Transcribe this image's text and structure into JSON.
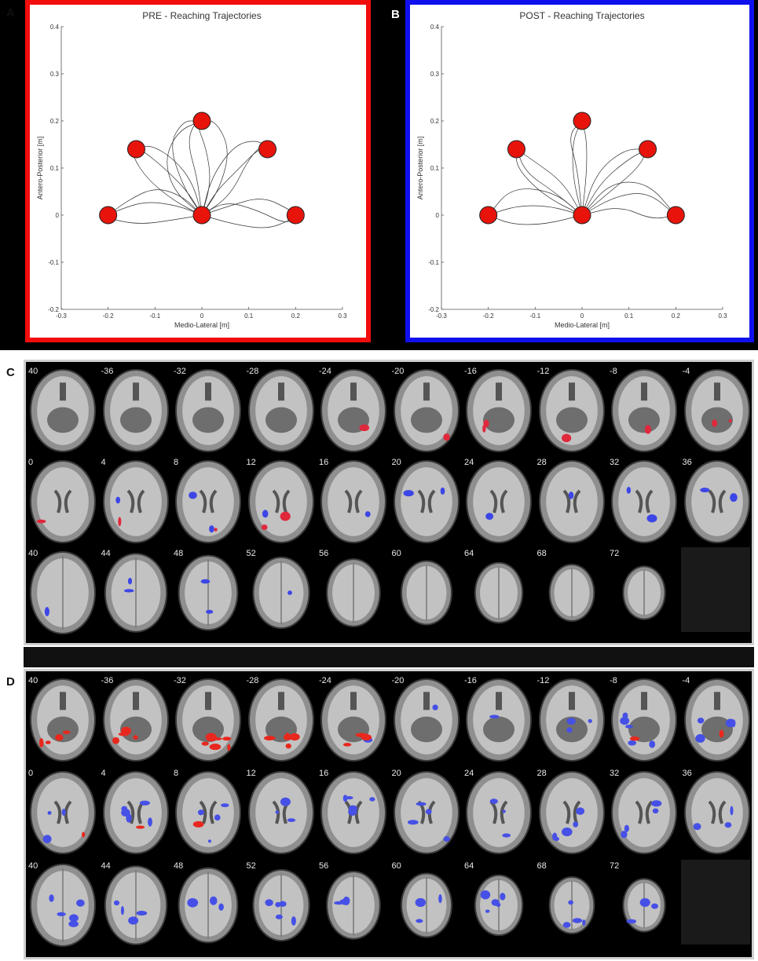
{
  "panels": {
    "a": {
      "label": "A"
    },
    "b": {
      "label": "B"
    },
    "c": {
      "label": "C"
    },
    "d": {
      "label": "D"
    }
  },
  "chart_data": [
    {
      "type": "scatter",
      "title": "PRE - Reaching Trajectories",
      "xlabel": "Medio-Lateral [m]",
      "ylabel": "Antero-Posterior [m]",
      "xlim": [
        -0.3,
        0.3
      ],
      "ylim": [
        -0.2,
        0.4
      ],
      "xticks": [
        "-0.3",
        "-0.2",
        "-0.1",
        "0",
        "0.1",
        "0.2",
        "0.3"
      ],
      "yticks": [
        "-0.2",
        "-0.1",
        "0",
        "0.1",
        "0.2",
        "0.3",
        "0.4"
      ],
      "frame_color": "#f20d0d",
      "targets": [
        {
          "x": -0.2,
          "y": 0.0
        },
        {
          "x": -0.14,
          "y": 0.14
        },
        {
          "x": 0.0,
          "y": 0.2
        },
        {
          "x": 0.14,
          "y": 0.14
        },
        {
          "x": 0.2,
          "y": 0.0
        },
        {
          "x": 0.0,
          "y": 0.0
        }
      ],
      "trajectories": [
        [
          [
            0,
            0
          ],
          [
            -0.05,
            0.02
          ],
          [
            -0.12,
            0.03
          ],
          [
            -0.18,
            0.01
          ],
          [
            -0.2,
            0
          ]
        ],
        [
          [
            0,
            0
          ],
          [
            -0.06,
            -0.01
          ],
          [
            -0.13,
            -0.02
          ],
          [
            -0.19,
            -0.01
          ],
          [
            -0.2,
            0
          ]
        ],
        [
          [
            0,
            0
          ],
          [
            -0.04,
            0.04
          ],
          [
            -0.1,
            0.06
          ],
          [
            -0.16,
            0.03
          ],
          [
            -0.2,
            0
          ]
        ],
        [
          [
            0,
            0
          ],
          [
            -0.03,
            0.05
          ],
          [
            -0.08,
            0.1
          ],
          [
            -0.13,
            0.14
          ],
          [
            -0.14,
            0.14
          ]
        ],
        [
          [
            0,
            0
          ],
          [
            -0.06,
            0.03
          ],
          [
            -0.12,
            0.08
          ],
          [
            -0.15,
            0.13
          ],
          [
            -0.14,
            0.14
          ]
        ],
        [
          [
            0,
            0
          ],
          [
            -0.02,
            0.07
          ],
          [
            -0.06,
            0.12
          ],
          [
            -0.11,
            0.15
          ],
          [
            -0.14,
            0.14
          ]
        ],
        [
          [
            0,
            0
          ],
          [
            -0.04,
            0.06
          ],
          [
            -0.07,
            0.15
          ],
          [
            -0.04,
            0.2
          ],
          [
            -0.01,
            0.2
          ]
        ],
        [
          [
            0,
            0
          ],
          [
            -0.01,
            0.08
          ],
          [
            -0.03,
            0.15
          ],
          [
            -0.02,
            0.19
          ],
          [
            0,
            0.2
          ]
        ],
        [
          [
            0,
            0
          ],
          [
            0.02,
            0.07
          ],
          [
            0.01,
            0.14
          ],
          [
            -0.01,
            0.19
          ],
          [
            0,
            0.2
          ]
        ],
        [
          [
            0,
            0
          ],
          [
            -0.06,
            0.05
          ],
          [
            -0.08,
            0.12
          ],
          [
            -0.05,
            0.18
          ],
          [
            0,
            0.2
          ]
        ],
        [
          [
            0,
            0
          ],
          [
            0.04,
            0.06
          ],
          [
            0.06,
            0.14
          ],
          [
            0.03,
            0.2
          ],
          [
            0,
            0.2
          ]
        ],
        [
          [
            0,
            0
          ],
          [
            0.03,
            0.05
          ],
          [
            0.08,
            0.1
          ],
          [
            0.12,
            0.14
          ],
          [
            0.14,
            0.14
          ]
        ],
        [
          [
            0,
            0
          ],
          [
            0.06,
            0.04
          ],
          [
            0.1,
            0.12
          ],
          [
            0.13,
            0.15
          ],
          [
            0.14,
            0.14
          ]
        ],
        [
          [
            0,
            0
          ],
          [
            0.02,
            0.08
          ],
          [
            0.07,
            0.15
          ],
          [
            0.12,
            0.16
          ],
          [
            0.14,
            0.14
          ]
        ],
        [
          [
            0,
            0
          ],
          [
            0.06,
            0.02
          ],
          [
            0.13,
            0.04
          ],
          [
            0.19,
            0.01
          ],
          [
            0.2,
            0
          ]
        ],
        [
          [
            0,
            0
          ],
          [
            0.07,
            -0.02
          ],
          [
            0.14,
            -0.03
          ],
          [
            0.19,
            -0.01
          ],
          [
            0.2,
            0
          ]
        ],
        [
          [
            0,
            0
          ],
          [
            0.05,
            0.03
          ],
          [
            0.12,
            0.01
          ],
          [
            0.18,
            -0.02
          ],
          [
            0.2,
            0
          ]
        ]
      ]
    },
    {
      "type": "scatter",
      "title": "POST - Reaching Trajectories",
      "xlabel": "Medio-Lateral [m]",
      "ylabel": "Antero-Posterior [m]",
      "xlim": [
        -0.3,
        0.3
      ],
      "ylim": [
        -0.2,
        0.4
      ],
      "xticks": [
        "-0.3",
        "-0.2",
        "-0.1",
        "0",
        "0.1",
        "0.2",
        "0.3"
      ],
      "yticks": [
        "-0.2",
        "-0.1",
        "0",
        "0.1",
        "0.2",
        "0.3",
        "0.4"
      ],
      "frame_color": "#1010ee",
      "targets": [
        {
          "x": -0.2,
          "y": 0.0
        },
        {
          "x": -0.14,
          "y": 0.14
        },
        {
          "x": 0.0,
          "y": 0.2
        },
        {
          "x": 0.14,
          "y": 0.14
        },
        {
          "x": 0.2,
          "y": 0.0
        },
        {
          "x": 0.0,
          "y": 0.0
        }
      ],
      "trajectories": [
        [
          [
            0,
            0
          ],
          [
            -0.07,
            0.02
          ],
          [
            -0.14,
            0.02
          ],
          [
            -0.2,
            0
          ]
        ],
        [
          [
            0,
            0
          ],
          [
            -0.08,
            -0.02
          ],
          [
            -0.15,
            -0.02
          ],
          [
            -0.2,
            0
          ]
        ],
        [
          [
            0,
            0
          ],
          [
            -0.06,
            0.05
          ],
          [
            -0.15,
            0.06
          ],
          [
            -0.2,
            0
          ]
        ],
        [
          [
            0,
            0
          ],
          [
            -0.06,
            0.05
          ],
          [
            -0.12,
            0.09
          ],
          [
            -0.14,
            0.14
          ]
        ],
        [
          [
            0,
            0
          ],
          [
            -0.04,
            0.07
          ],
          [
            -0.11,
            0.12
          ],
          [
            -0.14,
            0.14
          ]
        ],
        [
          [
            0,
            0
          ],
          [
            -0.08,
            0.04
          ],
          [
            -0.14,
            0.1
          ],
          [
            -0.14,
            0.14
          ]
        ],
        [
          [
            0,
            0
          ],
          [
            -0.02,
            0.08
          ],
          [
            -0.02,
            0.16
          ],
          [
            0,
            0.2
          ]
        ],
        [
          [
            0,
            0
          ],
          [
            0.01,
            0.09
          ],
          [
            0.01,
            0.16
          ],
          [
            0,
            0.2
          ]
        ],
        [
          [
            0,
            0
          ],
          [
            -0.01,
            0.1
          ],
          [
            -0.03,
            0.17
          ],
          [
            0,
            0.2
          ]
        ],
        [
          [
            0,
            0
          ],
          [
            0.04,
            0.07
          ],
          [
            0.1,
            0.12
          ],
          [
            0.14,
            0.14
          ]
        ],
        [
          [
            0,
            0
          ],
          [
            0.06,
            0.05
          ],
          [
            0.12,
            0.1
          ],
          [
            0.14,
            0.14
          ]
        ],
        [
          [
            0,
            0
          ],
          [
            0.03,
            0.09
          ],
          [
            0.09,
            0.14
          ],
          [
            0.14,
            0.14
          ]
        ],
        [
          [
            0,
            0
          ],
          [
            0.07,
            0.04
          ],
          [
            0.14,
            0.05
          ],
          [
            0.2,
            0
          ]
        ],
        [
          [
            0,
            0
          ],
          [
            0.08,
            0.02
          ],
          [
            0.15,
            -0.01
          ],
          [
            0.2,
            0
          ]
        ],
        [
          [
            0,
            0
          ],
          [
            0.06,
            0.07
          ],
          [
            0.14,
            0.07
          ],
          [
            0.2,
            0
          ]
        ]
      ]
    }
  ],
  "brain_panels": {
    "c": {
      "slices": [
        "40",
        "-36",
        "-32",
        "-28",
        "-24",
        "-20",
        "-16",
        "-12",
        "-8",
        "-4",
        "0",
        "4",
        "8",
        "12",
        "16",
        "20",
        "24",
        "28",
        "32",
        "36",
        "40",
        "44",
        "48",
        "52",
        "56",
        "60",
        "64",
        "68",
        "72"
      ],
      "colors": {
        "red": "#e0283c",
        "blue": "#3c46e6"
      }
    },
    "d": {
      "slices": [
        "40",
        "-36",
        "-32",
        "-28",
        "-24",
        "-20",
        "-16",
        "-12",
        "-8",
        "-4",
        "0",
        "4",
        "8",
        "12",
        "16",
        "20",
        "24",
        "28",
        "32",
        "36",
        "40",
        "44",
        "48",
        "52",
        "56",
        "60",
        "64",
        "68",
        "72"
      ],
      "colors": {
        "red": "#e8281e",
        "blue": "#4650e6"
      }
    }
  }
}
